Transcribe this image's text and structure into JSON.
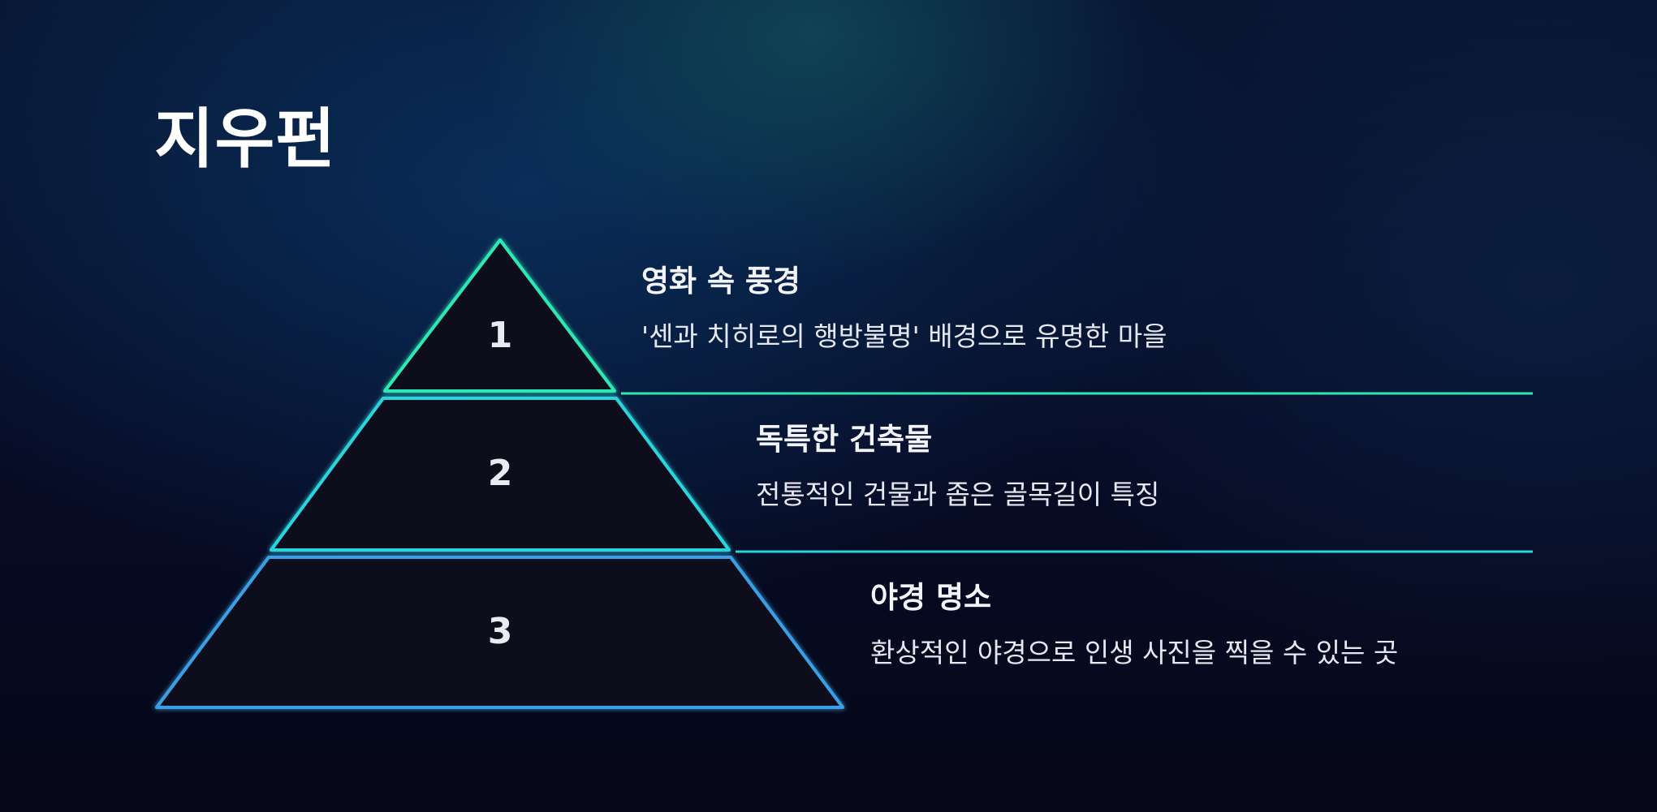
{
  "slide": {
    "title": "지우펀"
  },
  "tiers": [
    {
      "number": "1",
      "heading": "영화 속 풍경",
      "description": "'센과 치히로의 행방불명' 배경으로 유명한 마을",
      "color": "#2ee8b4"
    },
    {
      "number": "2",
      "heading": "독특한 건축물",
      "description": "전통적인 건물과 좁은 골목길이 특징",
      "color": "#2ad4dc"
    },
    {
      "number": "3",
      "heading": "야경 명소",
      "description": "환상적인 야경으로 인생 사진을 찍을 수 있는 곳",
      "color": "#3a9fe6"
    }
  ],
  "theme": {
    "tier_fill": "#0b0c1c"
  }
}
